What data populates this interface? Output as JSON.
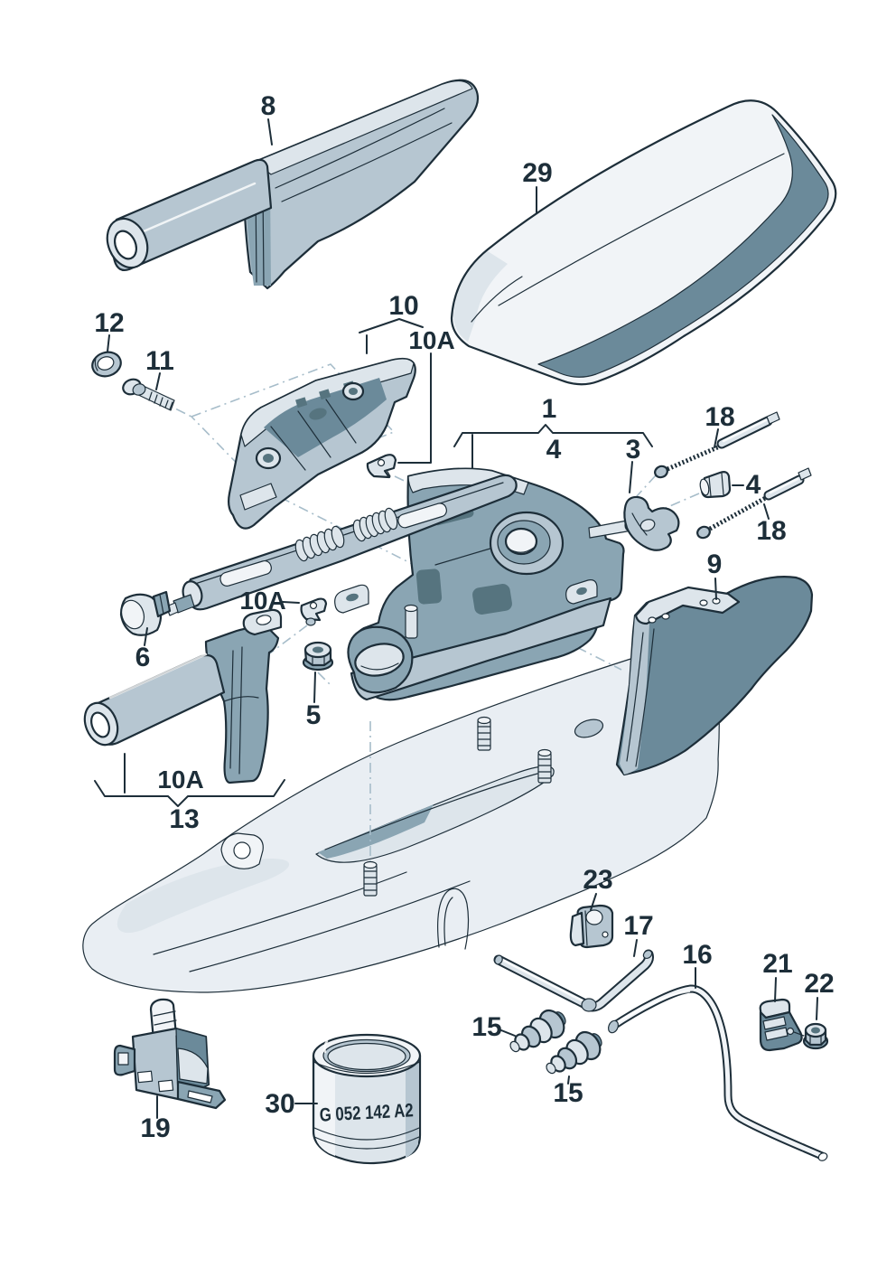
{
  "palette": {
    "background": "#ffffff",
    "outline": "#1d2e39",
    "lightest": "#f1f4f7",
    "light": "#dde5eb",
    "mid": "#b6c6d1",
    "slate": "#8aa5b3",
    "dark": "#6b8a9a",
    "darkest": "#56747f",
    "construction": "#a7bdca",
    "console": "#e9eef3",
    "label": "#1d2e39"
  },
  "callouts": [
    {
      "text": "8"
    },
    {
      "text": "29"
    },
    {
      "text": "12"
    },
    {
      "text": "11"
    },
    {
      "text": "10"
    },
    {
      "text": "10A"
    },
    {
      "text": "1"
    },
    {
      "text": "4"
    },
    {
      "text": "3"
    },
    {
      "text": "18"
    },
    {
      "text": "4"
    },
    {
      "text": "18"
    },
    {
      "text": "9"
    },
    {
      "text": "6"
    },
    {
      "text": "10A"
    },
    {
      "text": "5"
    },
    {
      "text": "10A"
    },
    {
      "text": "13"
    },
    {
      "text": "19"
    },
    {
      "text": "30"
    },
    {
      "text": "G 052 142 A2"
    },
    {
      "text": "23"
    },
    {
      "text": "17"
    },
    {
      "text": "16"
    },
    {
      "text": "21"
    },
    {
      "text": "22"
    },
    {
      "text": "15"
    },
    {
      "text": "15"
    }
  ]
}
